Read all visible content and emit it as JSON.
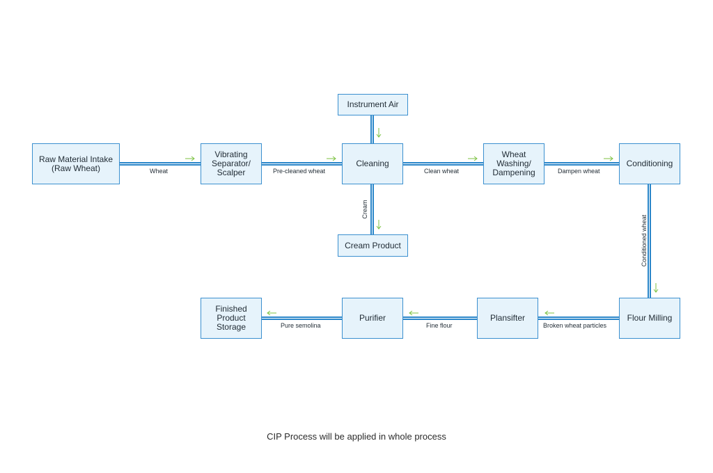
{
  "boxes": {
    "raw_material": "Raw Material Intake\n(Raw Wheat)",
    "vibrating": "Vibrating\nSeparator/\nScalper",
    "cleaning": "Cleaning",
    "instrument_air": "Instrument Air",
    "cream_product": "Cream Product",
    "washing": "Wheat\nWashing/\nDampening",
    "conditioning": "Conditioning",
    "flour_milling": "Flour Milling",
    "plansifter": "Plansifter",
    "purifier": "Purifier",
    "finished": "Finished\nProduct\nStorage"
  },
  "flows": {
    "wheat": "Wheat",
    "pre_cleaned": "Pre-cleaned wheat",
    "clean_wheat": "Clean wheat",
    "dampen_wheat": "Dampen wheat",
    "cream": "Cream",
    "conditioned_wheat": "Conditioned wheat",
    "broken_particles": "Broken wheat particles",
    "fine_flour": "Fine flour",
    "pure_semolina": "Pure semolina"
  },
  "footer": "CIP Process will be applied in whole process",
  "colors": {
    "box_fill": "#e6f3fb",
    "box_border": "#3a8fcf",
    "pipe": "#2a86c9",
    "arrow": "#7cc242"
  }
}
